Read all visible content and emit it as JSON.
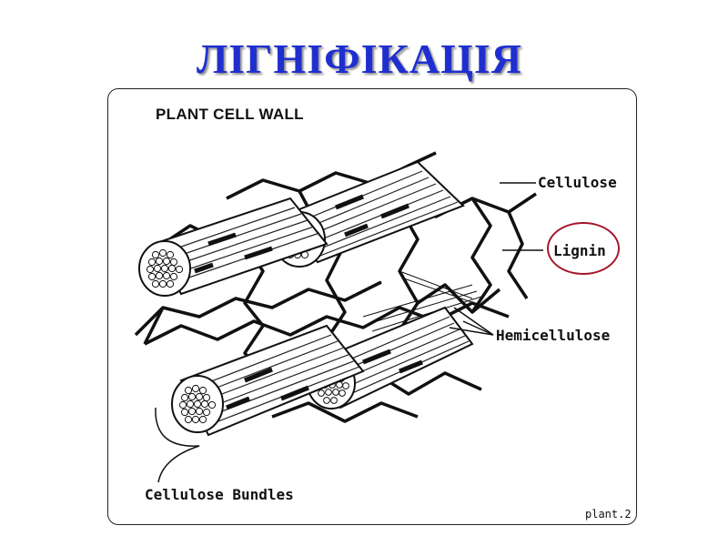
{
  "slide": {
    "title": "ЛІГНІФІКАЦІЯ"
  },
  "figure": {
    "heading": "PLANT CELL WALL",
    "labels": {
      "cellulose": "Cellulose",
      "lignin": "Lignin",
      "hemicellulose": "Hemicellulose",
      "cellulose_bundles": "Cellulose Bundles"
    },
    "figure_id": "plant.2"
  },
  "colors": {
    "title": "#1f2fcf",
    "highlight_circle": "#a3162c",
    "ink": "#111111"
  }
}
